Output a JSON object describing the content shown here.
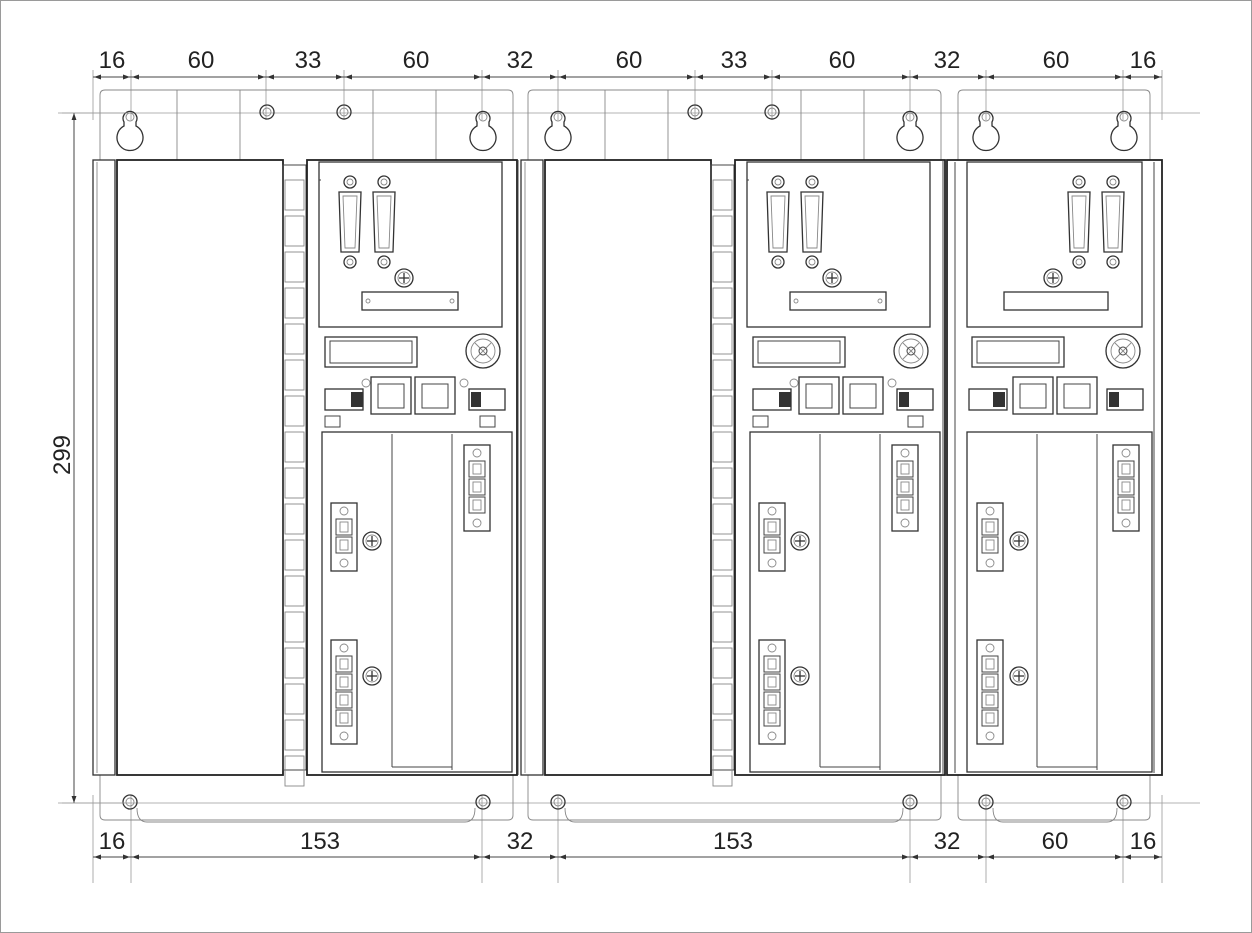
{
  "drawing": {
    "top_dimensions": [
      "16",
      "60",
      "33",
      "60",
      "32",
      "60",
      "33",
      "60",
      "32",
      "60",
      "16"
    ],
    "bottom_dimensions": [
      "16",
      "153",
      "32",
      "153",
      "32",
      "60",
      "16"
    ],
    "height_dimension": "299"
  }
}
